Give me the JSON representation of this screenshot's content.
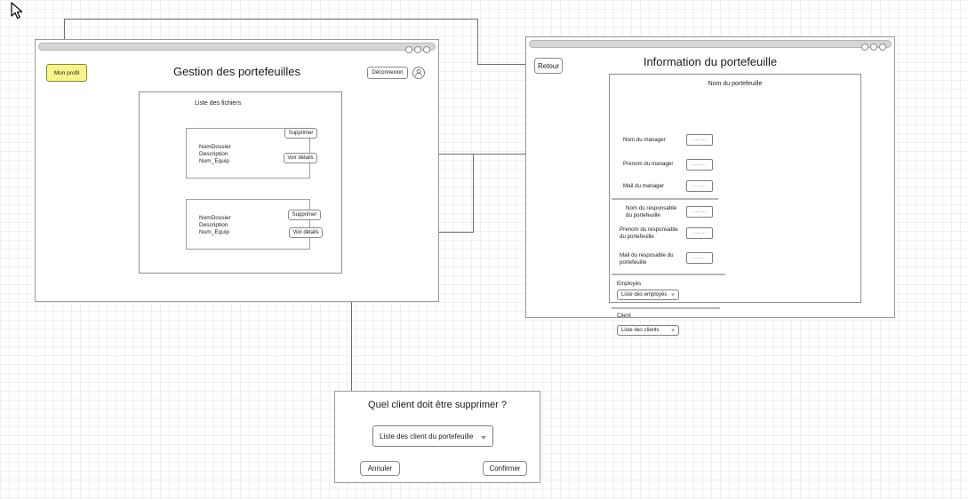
{
  "canvas": {
    "background": "#ffffff",
    "grid_color": "#f0f0f0",
    "cursor_icon": "mouse-pointer-icon"
  },
  "gestion_window": {
    "title": "Gestion des portefeuilles",
    "profile_button": "Mon profil",
    "logout_button": "Déconnexion",
    "avatar_icon": "user-avatar-icon",
    "window_controls": [
      "minimize",
      "maximize",
      "close"
    ],
    "files_panel": {
      "title": "Liste des fichiers",
      "cards": [
        {
          "name": "NomDossier",
          "description": "Description",
          "team": "Num_Equip",
          "delete_button": "Supprimer",
          "details_button": "Voir détails"
        },
        {
          "name": "NomDossier",
          "description": "Description",
          "team": "Num_Equip",
          "delete_button": "Supprimer",
          "details_button": "Voir détails"
        }
      ]
    }
  },
  "info_window": {
    "title": "Information du portefeuille",
    "back_button": "Retour",
    "window_controls": [
      "minimize",
      "maximize",
      "close"
    ],
    "form_panel": {
      "header": "Nom du portefeuille",
      "fields": [
        {
          "label": "Nom du manager",
          "value": "·······"
        },
        {
          "label": "Prenom du manager",
          "value": "·······"
        },
        {
          "label": "Mail du manager",
          "value": "·······"
        },
        {
          "label": "Nom du responsable\ndu portefeuille",
          "value": "·······"
        },
        {
          "label": "Prenom du responsable\ndu portefeuille",
          "value": "·······"
        },
        {
          "label": "Mail du resposable du\nportefeuille",
          "value": "·······"
        }
      ],
      "employees": {
        "label": "Employés",
        "select_value": "Liste des employés"
      },
      "client": {
        "label": "Client",
        "select_value": "Liste des clients"
      }
    }
  },
  "delete_dialog": {
    "title": "Quel client doit être supprimer ?",
    "select_value": "Liste des client du portefeuille",
    "cancel_button": "Annuler",
    "confirm_button": "Confirmer"
  }
}
